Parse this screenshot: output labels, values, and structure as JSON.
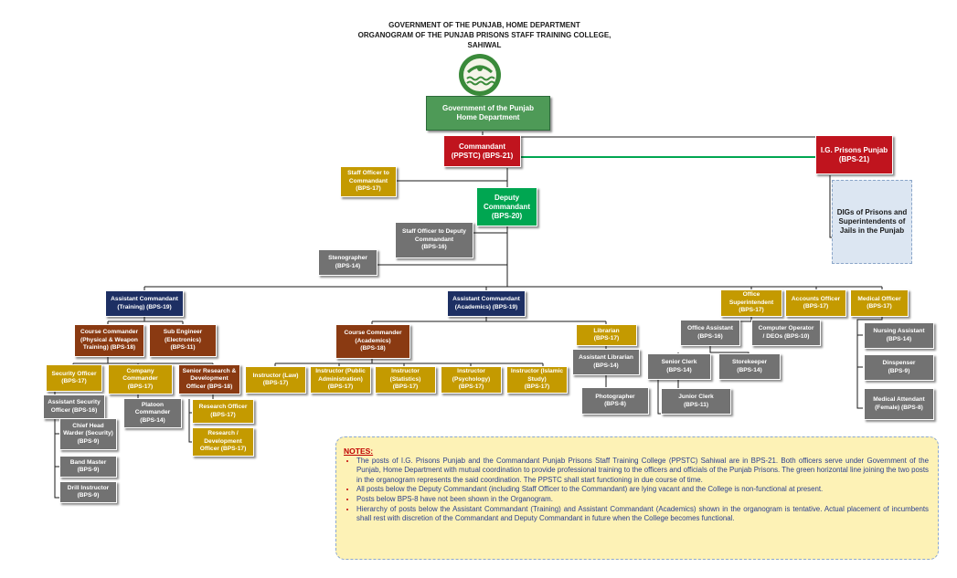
{
  "header": {
    "line1": "GOVERNMENT OF THE PUNJAB, HOME DEPARTMENT",
    "line2": "ORGANOGRAM OF THE PUNJAB PRISONS STAFF TRAINING COLLEGE,",
    "line3": "SAHIWAL"
  },
  "logo": {
    "icon": "punjab-government-emblem-icon",
    "color": "#3a8a3a"
  },
  "colors": {
    "gold": "#c49a00",
    "gray": "#727272",
    "navy": "#1d2f63",
    "brown": "#8a3a12",
    "red": "#c0141e",
    "green": "#00a651"
  },
  "nodes": {
    "home": {
      "l1": "Government of the Punjab",
      "l2": "Home Department"
    },
    "comm": {
      "l1": "Commandant",
      "l2": "(PPSTC) (BPS-21)"
    },
    "igp": {
      "l1": "I.G. Prisons Punjab",
      "l2": "(BPS-21)"
    },
    "digs": {
      "l1": "DIGs of Prisons and",
      "l2": "Superintendents of",
      "l3": "Jails in the Punjab"
    },
    "soc": {
      "l1": "Staff Officer to",
      "l2": "Commandant",
      "l3": "(BPS-17)"
    },
    "dep": {
      "l1": "Deputy",
      "l2": "Commandant",
      "l3": "(BPS-20)"
    },
    "sodc": {
      "l1": "Staff Officer to Deputy",
      "l2": "Commandant",
      "l3": "(BPS-16)"
    },
    "steno": {
      "l1": "Stenographer",
      "l2": "(BPS-14)"
    },
    "act": {
      "l1": "Assistant Commandant",
      "l2": "(Training) (BPS-19)"
    },
    "aca": {
      "l1": "Assistant Commandant",
      "l2": "(Academics) (BPS-19)"
    },
    "offsup": {
      "l1": "Office",
      "l2": "Superintendent",
      "l3": "(BPS-17)"
    },
    "accoff": {
      "l1": "Accounts Officer",
      "l2": "(BPS-17)"
    },
    "medoff": {
      "l1": "Medical Officer",
      "l2": "(BPS-17)"
    },
    "ccpw": {
      "l1": "Course Commander",
      "l2": "(Physical & Weapon",
      "l3": "Training) (BPS-18)"
    },
    "subeng": {
      "l1": "Sub Engineer",
      "l2": "(Electronics)",
      "l3": "(BPS-11)"
    },
    "cca": {
      "l1": "Course Commander",
      "l2": "(Academics)",
      "l3": "(BPS-18)"
    },
    "lib": {
      "l1": "Librarian",
      "l2": "(BPS-17)"
    },
    "offasst": {
      "l1": "Office Assistant",
      "l2": "(BPS-16)"
    },
    "compop": {
      "l1": "Computer Operator",
      "l2": "/ DEOs (BPS-10)"
    },
    "nurse": {
      "l1": "Nursing Assistant",
      "l2": "(BPS-14)"
    },
    "secoff": {
      "l1": "Security Officer",
      "l2": "(BPS-17)"
    },
    "compcmd": {
      "l1": "Company",
      "l2": "Commander",
      "l3": "(BPS-17)"
    },
    "srdo": {
      "l1": "Senior Research &",
      "l2": "Development",
      "l3": "Officer (BPS-18)"
    },
    "inlaw": {
      "l1": "Instructor (Law)",
      "l2": "(BPS-17)"
    },
    "inpub": {
      "l1": "Instructor (Public",
      "l2": "Administration)",
      "l3": "(BPS-17)"
    },
    "instat": {
      "l1": "Instructor",
      "l2": "(Statistics)",
      "l3": "(BPS-17)"
    },
    "inpsy": {
      "l1": "Instructor",
      "l2": "(Psychology)",
      "l3": "(BPS-17)"
    },
    "inisl": {
      "l1": "Instructor (Islamic",
      "l2": "Study)",
      "l3": "(BPS-17)"
    },
    "asstlib": {
      "l1": "Assistant Librarian",
      "l2": "(BPS-14)"
    },
    "srclerk": {
      "l1": "Senior Clerk",
      "l2": "(BPS-14)"
    },
    "store": {
      "l1": "Storekeeper",
      "l2": "(BPS-14)"
    },
    "disp": {
      "l1": "Dinspenser",
      "l2": "(BPS-9)"
    },
    "asecoff": {
      "l1": "Assistant Security",
      "l2": "Officer (BPS-16)"
    },
    "platoon": {
      "l1": "Platoon",
      "l2": "Commander",
      "l3": "(BPS-14)"
    },
    "resoff": {
      "l1": "Research Officer",
      "l2": "(BPS-17)"
    },
    "rdo": {
      "l1": "Research /",
      "l2": "Development",
      "l3": "Officer (BPS-17)"
    },
    "photo": {
      "l1": "Photographer",
      "l2": "(BPS-8)"
    },
    "jrclerk": {
      "l1": "Junior Clerk",
      "l2": "(BPS-11)"
    },
    "medatt": {
      "l1": "Medical Attendant",
      "l2": "(Female) (BPS-8)"
    },
    "chw": {
      "l1": "Chief Head",
      "l2": "Warder (Security)",
      "l3": "(BPS-9)"
    },
    "band": {
      "l1": "Band Master",
      "l2": "(BPS-9)"
    },
    "drill": {
      "l1": "Drill Instructor",
      "l2": "(BPS-9)"
    }
  },
  "notes": {
    "title": "NOTES:",
    "items": [
      "The posts of I.G. Prisons Punjab and the Commandant Punjab Prisons Staff Training College (PPSTC) Sahiwal are in BPS-21. Both officers serve under Government of the Punjab, Home Department with mutual coordination to provide professional training to the officers and officials of the Punjab Prisons. The green horizontal line joining the two posts in the organogram represents the said coordination. The PPSTC shall start functioning in due course of time.",
      "All posts below the Deputy Commandant (including Staff Officer to the Commandant) are lying vacant and the College is non-functional at present.",
      "Posts below BPS-8 have not been shown in the Organogram.",
      "Hierarchy of posts below the Assistant Commandant (Training) and Assistant Commandant (Academics) shown in the organogram is tentative. Actual placement of incumbents shall rest with discretion of the Commandant and Deputy Commandant in future when the College becomes functional."
    ]
  }
}
